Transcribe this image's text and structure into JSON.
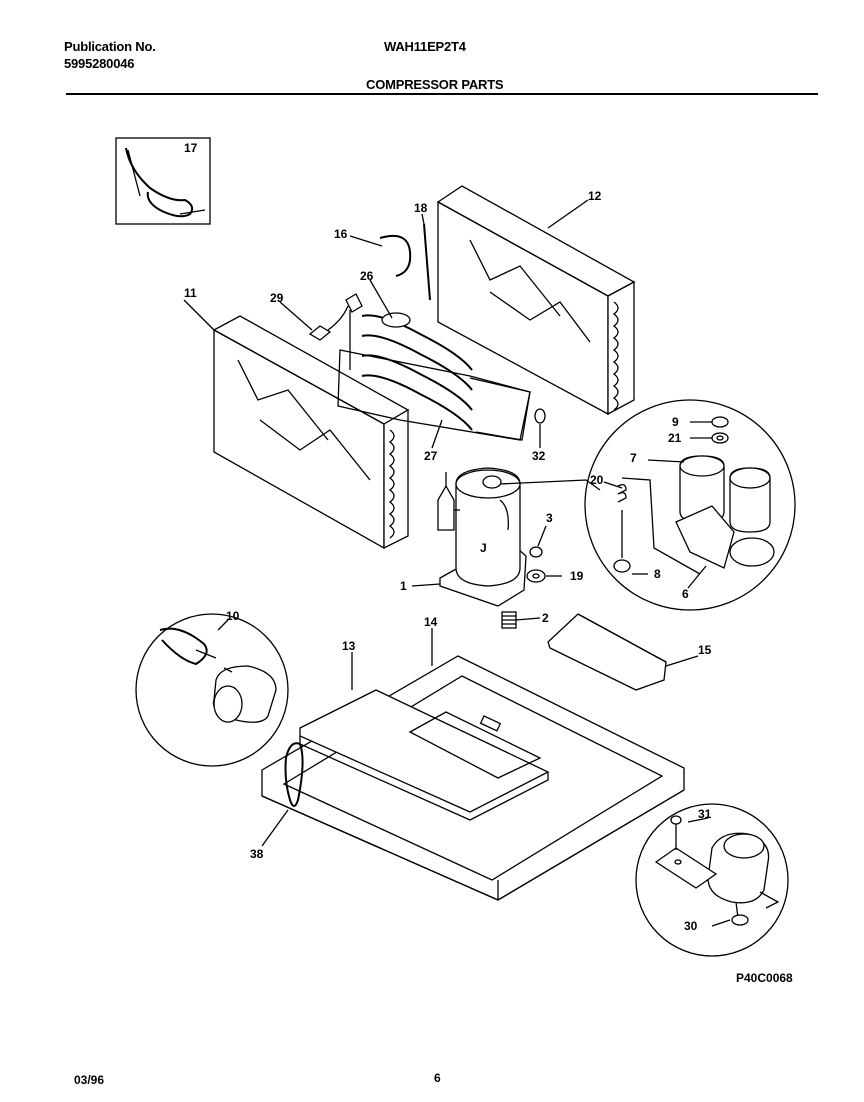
{
  "header": {
    "publication_label": "Publication No.",
    "publication_number": "5995280046",
    "model": "WAH11EP2T4",
    "section_title": "COMPRESSOR PARTS"
  },
  "diagram_code": "P40C0068",
  "footer": {
    "date": "03/96",
    "page": "6"
  },
  "callouts": {
    "c1": "1",
    "c2": "2",
    "c3": "3",
    "c6": "6",
    "c7": "7",
    "c8": "8",
    "c9": "9",
    "c10": "10",
    "c11": "11",
    "c12": "12",
    "c13": "13",
    "c14": "14",
    "c15": "15",
    "c16": "16",
    "c17": "17",
    "c18": "18",
    "c19": "19",
    "c20": "20",
    "c21": "21",
    "c26": "26",
    "c27": "27",
    "c29": "29",
    "c30": "30",
    "c31": "31",
    "c32": "32",
    "c38": "38"
  }
}
